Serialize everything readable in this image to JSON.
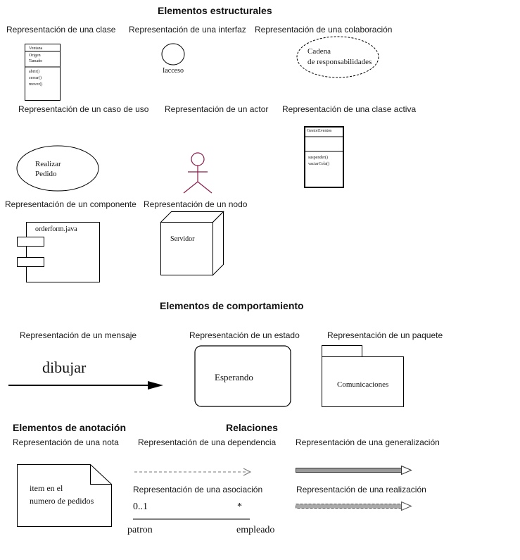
{
  "headings": {
    "structural": "Elementos estructurales",
    "behavioral": "Elementos de comportamiento",
    "annotation": "Elementos de anotación",
    "relations": "Relaciones"
  },
  "captions": {
    "class": "Representación de una clase",
    "interface": "Representación de una interfaz",
    "collaboration": "Representación de una colaboración",
    "use_case": "Representación de un caso de uso",
    "actor": "Representación  de un actor",
    "active_class": "Representación de una clase activa",
    "component": "Representación de un componente",
    "node": "Representación de un nodo",
    "message": "Representación de un mensaje",
    "state": "Representación de un estado",
    "package": "Representación de un paquete",
    "note": "Representación de una nota",
    "dependency": "Representación de una dependencia",
    "generalization": "Representación de una generalización",
    "association": "Representación de una asociación",
    "realization": "Representación de una realización"
  },
  "class_box": {
    "name": "Ventana",
    "attributes": [
      "Origen",
      "Tamaño"
    ],
    "operations": [
      "abrir()",
      "cerrar()",
      "mover()"
    ]
  },
  "interface": {
    "label": "Iacceso"
  },
  "collaboration": {
    "line1": "Cadena",
    "line2": "de responsabilidades"
  },
  "use_case": {
    "line1": "Realizar",
    "line2": "Pedido"
  },
  "active_class": {
    "name": "GestorEventos",
    "operations": [
      "suspender()",
      "vaciarCola()"
    ]
  },
  "component": {
    "label": "orderform.java"
  },
  "node": {
    "label": "Servidor"
  },
  "message": {
    "label": "dibujar"
  },
  "state": {
    "label": "Esperando"
  },
  "package": {
    "label": "Comunicaciones"
  },
  "note": {
    "line1": "item en el",
    "line2": "numero de pedidos"
  },
  "association": {
    "left_multiplicity": "0..1",
    "right_multiplicity": "*",
    "left_role": "patron",
    "right_role": "empleado"
  },
  "colors": {
    "actor": "#8b1a4a",
    "line": "#000000",
    "relation_gray": "#999999"
  }
}
